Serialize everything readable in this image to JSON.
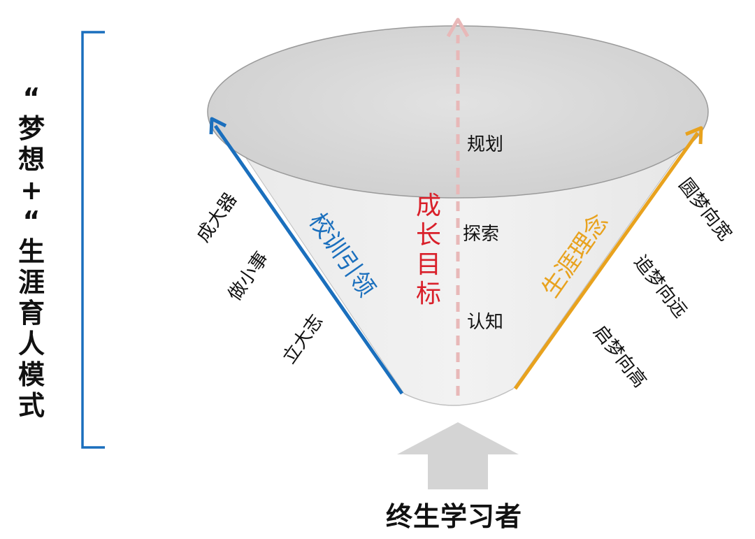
{
  "model_title": "“梦想+”生涯育人模式",
  "model_title_chars": [
    "“",
    "梦",
    "想",
    "+",
    "“",
    "生",
    "涯",
    "育",
    "人",
    "模",
    "式"
  ],
  "left_arrow": {
    "label": "校训引领",
    "color": "#1a6fbd",
    "steps": [
      "立大志",
      "做小事",
      "成大器"
    ]
  },
  "center_arrow": {
    "label": "成长目标",
    "color": "#d9202a",
    "steps": [
      "认知",
      "探索",
      "规划"
    ]
  },
  "right_arrow": {
    "label": "生涯理念",
    "color": "#e8a21e",
    "steps": [
      "启梦向高",
      "追梦向远",
      "圆梦向宽"
    ]
  },
  "base_label": "终生学习者"
}
